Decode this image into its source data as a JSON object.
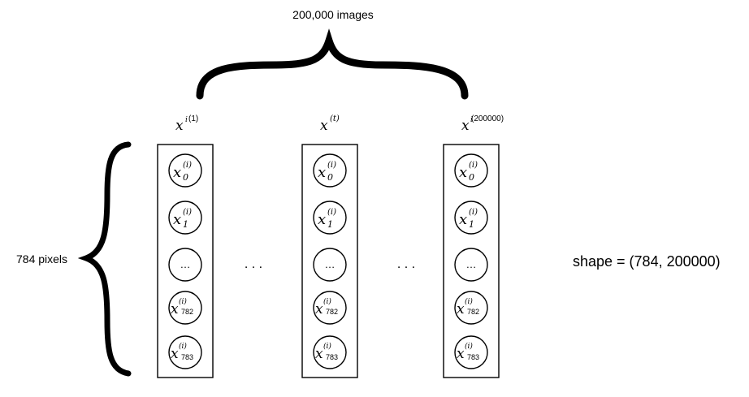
{
  "top_label": "200,000 images",
  "left_label": "784 pixels",
  "shape_label": "shape = (784, 200000)",
  "ellipsis_between": ". . .",
  "columns": [
    {
      "header_base": "x",
      "header_sup_i": "i",
      "header_sup": "(1)"
    },
    {
      "header_base": "x",
      "header_sup_i": "",
      "header_sup": "(t)"
    },
    {
      "header_base": "x",
      "header_sup_i": "i",
      "header_sup": "(200000)"
    }
  ],
  "cells": [
    {
      "base": "x",
      "sup": "(i)",
      "sub": "0"
    },
    {
      "base": "x",
      "sup": "(i)",
      "sub": "1"
    },
    {
      "base": "",
      "sup": "",
      "sub": "",
      "ellipsis": "…"
    },
    {
      "base": "x",
      "sup": "(i)",
      "sub": "782"
    },
    {
      "base": "x",
      "sup": "(i)",
      "sub": "783"
    }
  ]
}
